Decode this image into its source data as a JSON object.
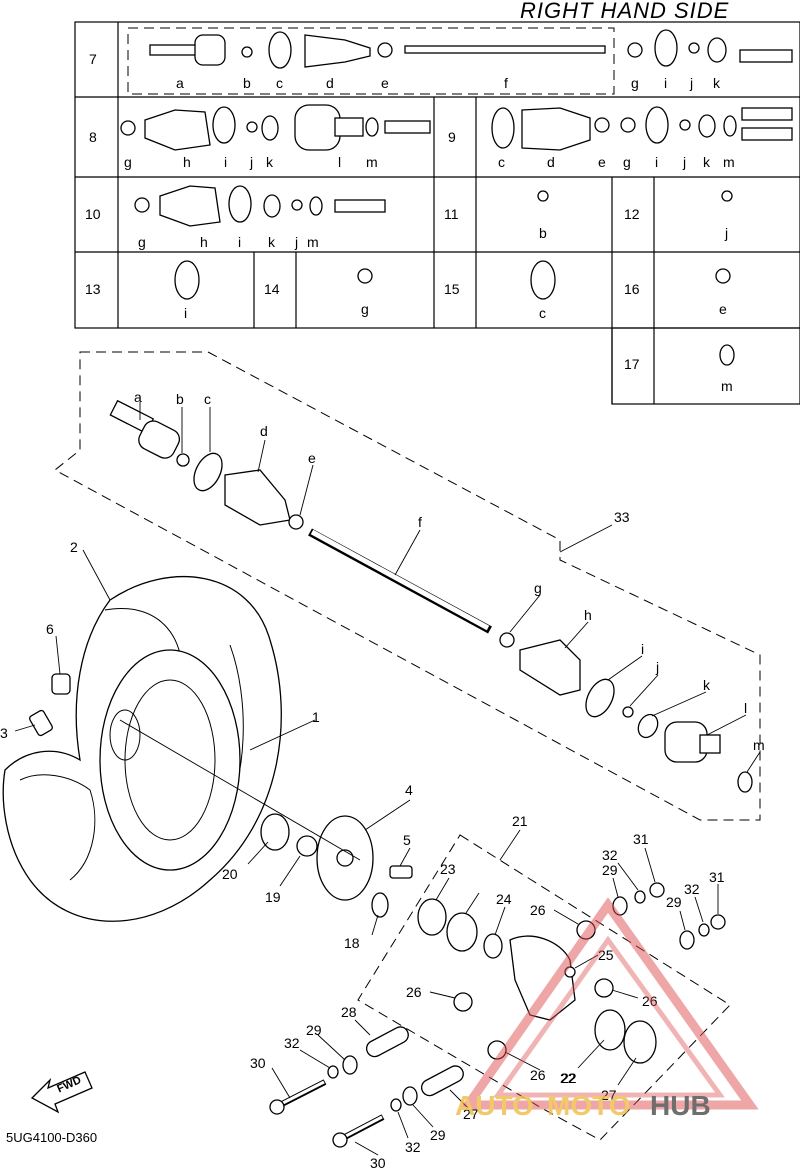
{
  "header": {
    "title": "RIGHT HAND SIDE"
  },
  "footer": {
    "diagram_code": "5UG4100-D360",
    "fwd_label": "FWD"
  },
  "watermark": {
    "part1": "AUTO",
    "part2": "MOTO",
    "part3": "HUB"
  },
  "kit_table": {
    "rows": [
      {
        "num": "7",
        "letters": [
          "a",
          "b",
          "c",
          "d",
          "e",
          "f",
          "g",
          "i",
          "j",
          "k"
        ]
      },
      {
        "num": "8",
        "letters": [
          "g",
          "h",
          "i",
          "j",
          "k",
          "l",
          "m"
        ]
      },
      {
        "num": "9",
        "letters": [
          "c",
          "d",
          "e",
          "g",
          "i",
          "j",
          "k",
          "m"
        ]
      },
      {
        "num": "10",
        "letters": [
          "g",
          "h",
          "i",
          "k",
          "j",
          "m"
        ]
      },
      {
        "num": "11",
        "letters": [
          "b"
        ]
      },
      {
        "num": "12",
        "letters": [
          "j"
        ]
      },
      {
        "num": "13",
        "letters": [
          "i"
        ]
      },
      {
        "num": "14",
        "letters": [
          "g"
        ]
      },
      {
        "num": "15",
        "letters": [
          "c"
        ]
      },
      {
        "num": "16",
        "letters": [
          "e"
        ]
      },
      {
        "num": "17",
        "letters": [
          "m"
        ]
      }
    ]
  },
  "shaft_labels": [
    "a",
    "b",
    "c",
    "d",
    "e",
    "f",
    "g",
    "h",
    "i",
    "j",
    "k",
    "l",
    "m",
    "33"
  ],
  "part_labels": [
    "1",
    "2",
    "3",
    "4",
    "5",
    "6",
    "18",
    "19",
    "20",
    "21",
    "22",
    "23",
    "24",
    "25",
    "26",
    "27",
    "28",
    "29",
    "30",
    "31",
    "32"
  ]
}
